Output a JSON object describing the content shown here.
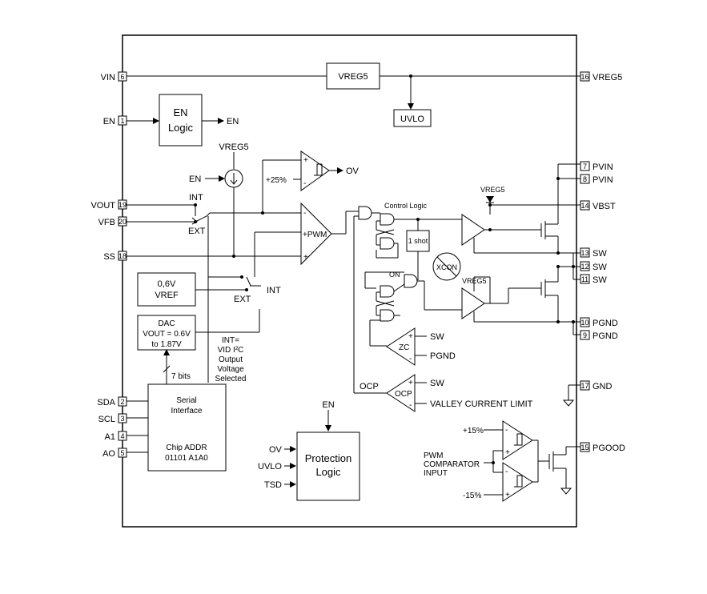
{
  "pins_left": [
    {
      "name": "VIN",
      "num": "6"
    },
    {
      "name": "EN",
      "num": "1"
    },
    {
      "name": "VOUT",
      "num": "19"
    },
    {
      "name": "VFB",
      "num": "20"
    },
    {
      "name": "SS",
      "num": "18"
    },
    {
      "name": "SDA",
      "num": "2"
    },
    {
      "name": "SCL",
      "num": "3"
    },
    {
      "name": "A1",
      "num": "4"
    },
    {
      "name": "AO",
      "num": "5"
    }
  ],
  "pins_right": [
    {
      "name": "VREG5",
      "num": "16"
    },
    {
      "name": "PVIN",
      "num": "7"
    },
    {
      "name": "PVIN",
      "num": "8"
    },
    {
      "name": "VBST",
      "num": "14"
    },
    {
      "name": "SW",
      "num": "13"
    },
    {
      "name": "SW",
      "num": "12"
    },
    {
      "name": "SW",
      "num": "11"
    },
    {
      "name": "PGND",
      "num": "10"
    },
    {
      "name": "PGND",
      "num": "9"
    },
    {
      "name": "GND",
      "num": "17"
    },
    {
      "name": "PGOOD",
      "num": "15"
    }
  ],
  "blocks": {
    "vreg5": "VREG5",
    "uvlo": "UVLO",
    "en_logic_1": "EN",
    "en_logic_2": "Logic",
    "vref_1": "0,6V",
    "vref_2": "VREF",
    "dac_1": "DAC",
    "dac_2": "VOUT = 0.6V",
    "dac_3": "to 1.87V",
    "serial_1": "Serial",
    "serial_2": "Interface",
    "serial_3": "Chip ADDR",
    "serial_4": "01101 A1A0",
    "protection_1": "Protection",
    "protection_2": "Logic",
    "one_shot": "1 shot",
    "xcon": "XCON"
  },
  "labels": {
    "en_out": "EN",
    "vreg5_top": "VREG5",
    "en_src": "EN",
    "plus25": "+25%",
    "ov_out": "OV",
    "int_upper": "INT",
    "ext_upper": "EXT",
    "pwm": "+PWM",
    "control_logic": "Control Logic",
    "vreg5_bst": "VREG5",
    "on": "ON",
    "vreg5_low": "VREG5",
    "ext_lower": "EXT",
    "int_lower": "INT",
    "int_note_1": "INT=",
    "int_note_2": "VID I²C",
    "int_note_3": "Output",
    "int_note_4": "Voltage",
    "int_note_5": "Selected",
    "bits": "7 bits",
    "zc": "ZC",
    "zc_sw": "SW",
    "zc_pgnd": "PGND",
    "ocp_left": "OCP",
    "ocp": "OCP",
    "ocp_sw": "SW",
    "valley": "VALLEY CURRENT LIMIT",
    "prot_en": "EN",
    "prot_ov": "OV",
    "prot_uvlo": "UVLO",
    "prot_tsd": "TSD",
    "plus15": "+15%",
    "pwm_comp_1": "PWM",
    "pwm_comp_2": "COMPARATOR",
    "pwm_comp_3": "INPUT",
    "minus15": "-15%"
  }
}
